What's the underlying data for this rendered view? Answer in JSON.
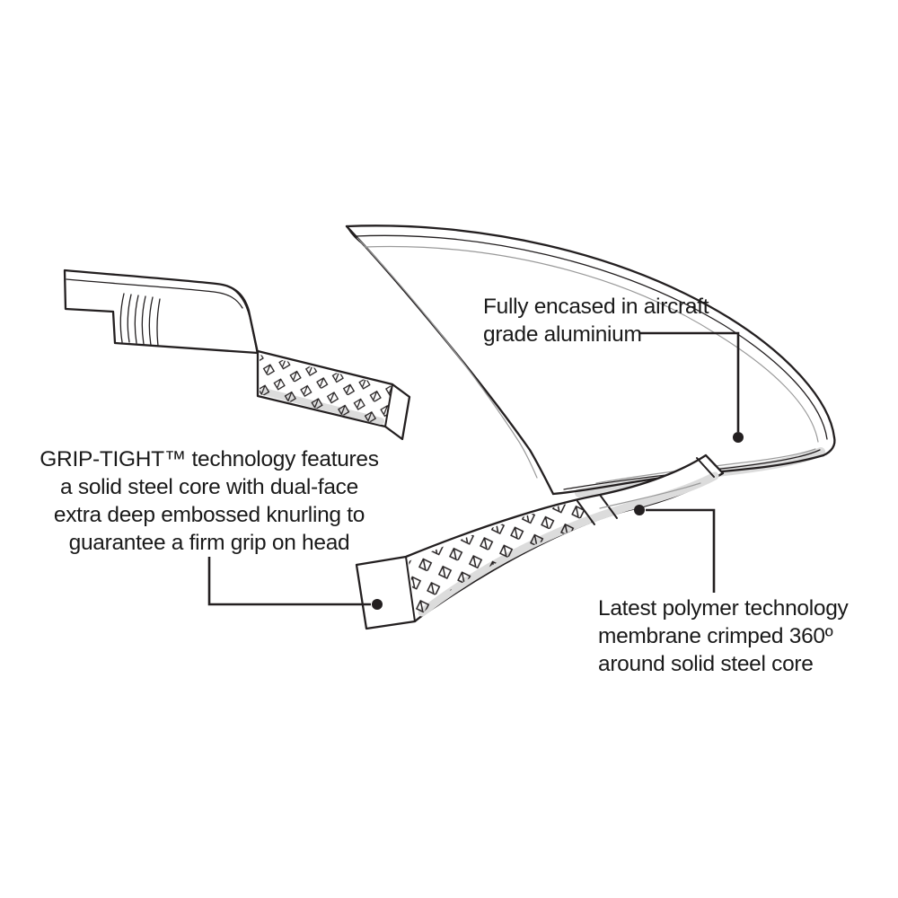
{
  "callouts": {
    "aluminium": {
      "line1": "Fully encased in aircraft",
      "line2": "grade aluminium"
    },
    "grip_tight": {
      "line1": "GRIP-TIGHT™ technology features",
      "line2": "a solid steel core with dual-face",
      "line3": "extra deep embossed knurling to",
      "line4": "guarantee a firm grip on head"
    },
    "polymer": {
      "line1": "Latest polymer technology",
      "line2": "membrane crimped 360º",
      "line3": "around solid steel core"
    }
  },
  "colors": {
    "line": "#231f20",
    "text": "#1a1a1a",
    "background": "#ffffff",
    "shading": "#dcdcdc"
  }
}
